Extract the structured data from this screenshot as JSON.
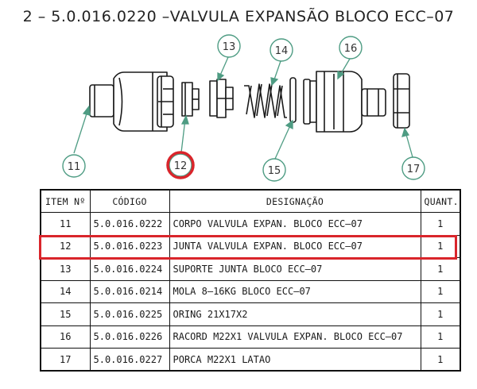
{
  "title": "2 – 5.0.016.0220 –VALVULA EXPANSÃO BLOCO ECC–07",
  "colors": {
    "balloon": "#4e9c83",
    "highlight": "#d9252b",
    "ink": "#1a1a1a"
  },
  "balloons": {
    "b11": "11",
    "b12": "12",
    "b13": "13",
    "b14": "14",
    "b15": "15",
    "b16": "16",
    "b17": "17"
  },
  "table": {
    "headers": {
      "item": "ITEM Nº",
      "code": "CÓDIGO",
      "desc": "DESIGNAÇÃO",
      "qty": "QUANT."
    },
    "rows": [
      {
        "item": "11",
        "code": "5.0.016.0222",
        "desc": "CORPO VALVULA EXPAN. BLOCO ECC–07",
        "qty": "1"
      },
      {
        "item": "12",
        "code": "5.0.016.0223",
        "desc": "JUNTA VALVULA EXPAN. BLOCO ECC–07",
        "qty": "1"
      },
      {
        "item": "13",
        "code": "5.0.016.0224",
        "desc": "SUPORTE JUNTA BLOCO ECC–07",
        "qty": "1"
      },
      {
        "item": "14",
        "code": "5.0.016.0214",
        "desc": "MOLA 8–16KG BLOCO ECC–07",
        "qty": "1"
      },
      {
        "item": "15",
        "code": "5.0.016.0225",
        "desc": "ORING 21X17X2",
        "qty": "1"
      },
      {
        "item": "16",
        "code": "5.0.016.0226",
        "desc": "RACORD M22X1 VALVULA EXPAN. BLOCO ECC–07",
        "qty": "1"
      },
      {
        "item": "17",
        "code": "5.0.016.0227",
        "desc": "PORCA M22X1 LATAO",
        "qty": "1"
      }
    ]
  }
}
